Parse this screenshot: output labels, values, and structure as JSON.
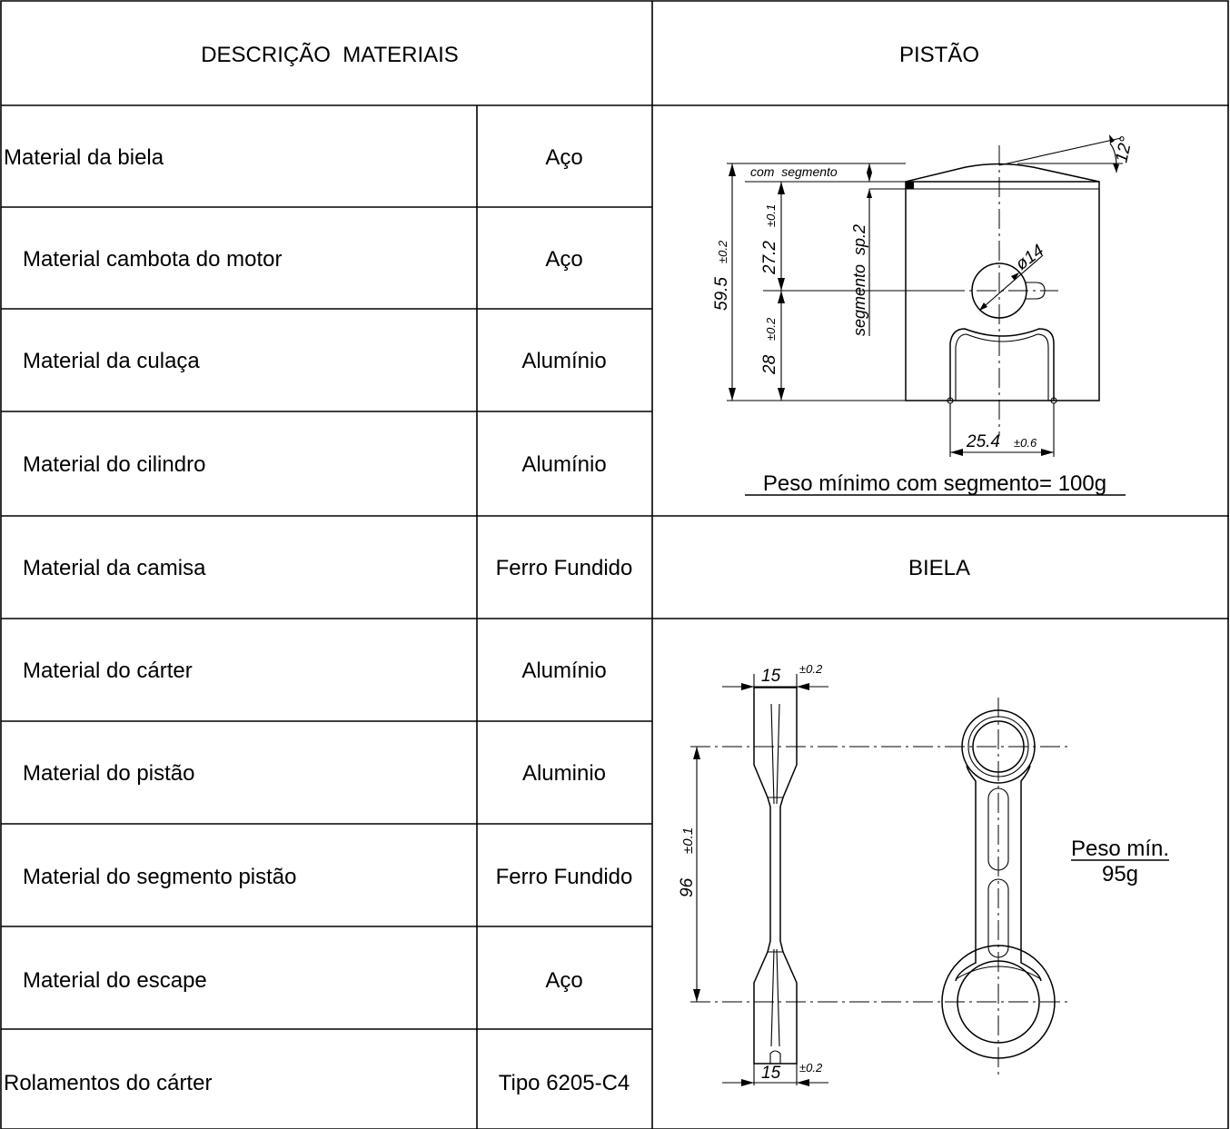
{
  "header": {
    "left": "DESCRIÇÃO  MATERIAIS",
    "right": "PISTÃO"
  },
  "materials": [
    {
      "label": "Material da biela",
      "value": "Aço"
    },
    {
      "label": "Material cambota do motor",
      "value": "Aço"
    },
    {
      "label": "Material da culaça",
      "value": "Alumínio"
    },
    {
      "label": "Material do cilindro",
      "value": "Alumínio"
    },
    {
      "label": "Material da camisa",
      "value": "Ferro Fundido"
    },
    {
      "label": "Material do cárter",
      "value": "Alumínio"
    },
    {
      "label": "Material do pistão",
      "value": "Aluminio"
    },
    {
      "label": "Material do segmento pistão",
      "value": "Ferro Fundido"
    },
    {
      "label": "Material do escape",
      "value": "Aço"
    },
    {
      "label": "Rolamentos do cárter",
      "value": "Tipo 6205-C4"
    }
  ],
  "piston": {
    "angle": "12°",
    "com_segmento": "com  segmento",
    "segmento": "segmento  sp.2",
    "diameter": "ø14",
    "height_total": "59.5",
    "height_total_tol": "±0.2",
    "height_top": "27.2",
    "height_top_tol": "±0.1",
    "height_bottom": "28",
    "height_bottom_tol": "±0.2",
    "skirt_width": "25.4",
    "skirt_width_tol": "±0.6",
    "weight": "Peso mínimo com segmento= 100g"
  },
  "biela_title": "BIELA",
  "rod": {
    "top_width": "15",
    "top_width_tol": "±0.2",
    "bottom_width": "15",
    "bottom_width_tol": "±0.2",
    "length": "96",
    "length_tol": "±0.1",
    "weight_label": "Peso mín.",
    "weight_value": "95g"
  }
}
